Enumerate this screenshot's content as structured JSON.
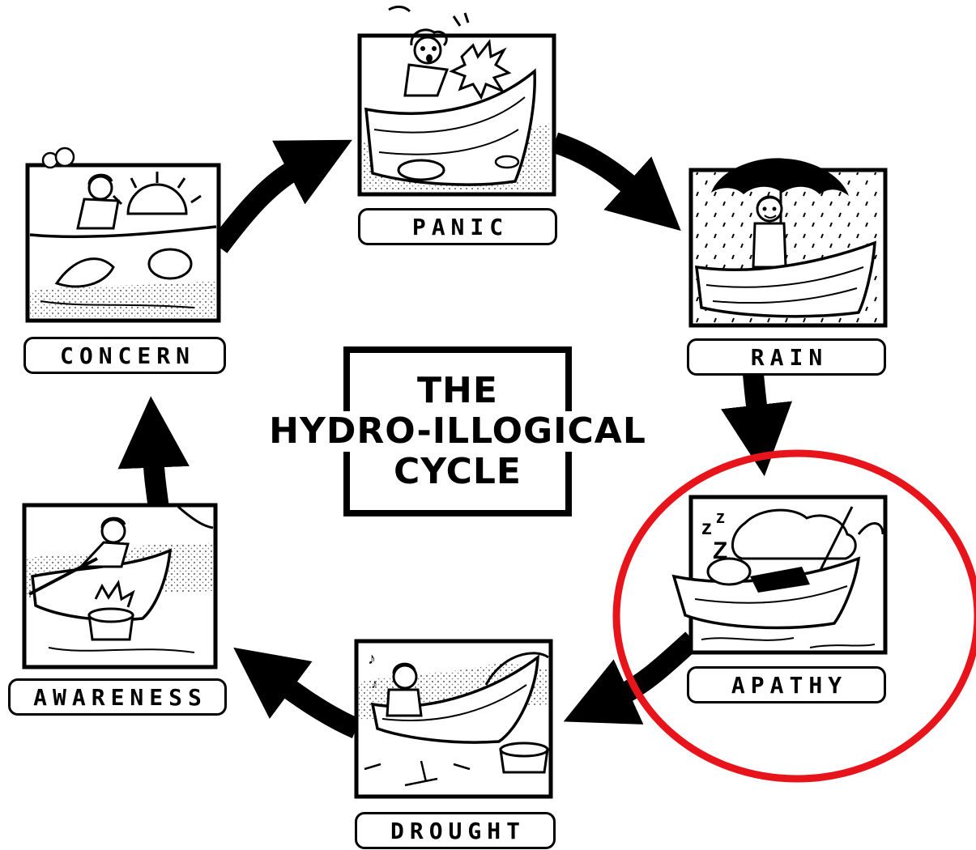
{
  "title": {
    "line1": "THE",
    "line2": "HYDRO-ILLOGICAL",
    "line3": "CYCLE"
  },
  "stages": {
    "panic": "PANIC",
    "rain": "RAIN",
    "apathy": "APATHY",
    "drought": "DROUGHT",
    "awareness": "AWARENESS",
    "concern": "CONCERN"
  },
  "panels": {
    "panic": "man in boat on dry ground with startled expression",
    "rain": "man under umbrella standing in boat in rain",
    "apathy": "man asleep in boat on water",
    "drought": "man reclining in boat on parched ground beside a bucket",
    "awareness": "man rowing boat beside a well",
    "concern": "man leaning on boat edge looking at a fish out of water"
  },
  "highlight": {
    "target": "APATHY",
    "shape": "ellipse",
    "color": "#e8141b"
  },
  "colors": {
    "ink": "#000000",
    "paper": "#ffffff"
  }
}
